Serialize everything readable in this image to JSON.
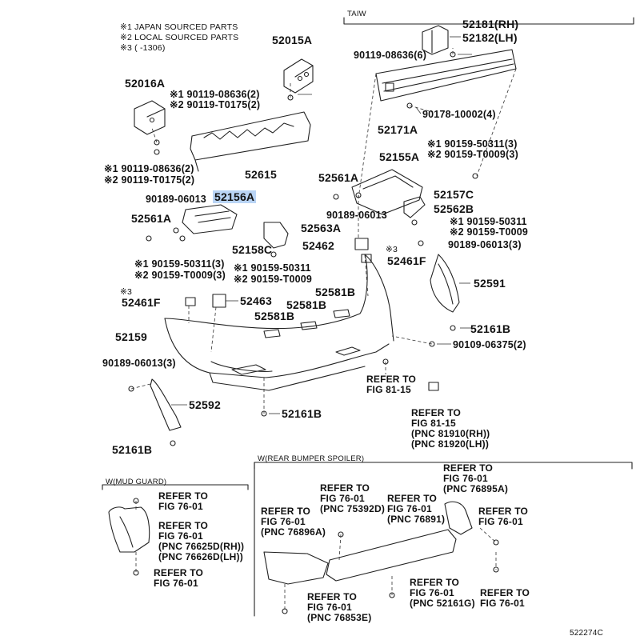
{
  "diagram": {
    "notes": [
      "※1 JAPAN SOURCED PARTS",
      "※2 LOCAL SOURCED PARTS",
      "※3 (      -1306)"
    ],
    "section_headers": {
      "taiw": "TAIW",
      "spoiler": "W(REAR BUMPER SPOILER)",
      "mud_guard": "W(MUD GUARD)"
    },
    "illustration_code": "522274C",
    "labels": {
      "p52181": "52181(RH)",
      "p52182": "52182(LH)",
      "p90119_08636_6": "90119-08636(6)",
      "p90178": "90178-10002(4)",
      "p52171A": "52171A",
      "p52015A": "52015A",
      "p52016A": "52016A",
      "n1_90119_08636_2a": "※1 90119-08636(2)",
      "n2_90119_T0175_2a": "※2 90119-T0175(2)",
      "n1_90119_08636_2b": "※1 90119-08636(2)",
      "n2_90119_T0175_2b": "※2 90119-T0175(2)",
      "p52615": "52615",
      "n1_90159_50311_3a": "※1 90159-50311(3)",
      "n2_90159_T0009_3a": "※2 90159-T0009(3)",
      "p52155A": "52155A",
      "p52561A_r": "52561A",
      "p52157C": "52157C",
      "p52562B": "52562B",
      "p90189_06013_r": "90189-06013",
      "n1_90159_50311_r": "※1 90159-50311",
      "n2_90159_T0009_r": "※2 90159-T0009",
      "p90189_06013_3r": "90189-06013(3)",
      "p90189_06013_l": "90189-06013",
      "p52156A": "52156A",
      "p52561A_l": "52561A",
      "p52563A": "52563A",
      "p52158C": "52158C",
      "p52462": "52462",
      "n3_a": "※3",
      "p52461F_r": "52461F",
      "n1_90159_50311_3b": "※1 90159-50311(3)",
      "n2_90159_T0009_3b": "※2 90159-T0009(3)",
      "n1_90159_50311_m": "※1 90159-50311",
      "n2_90159_T0009_m": "※2 90159-T0009",
      "p52591": "52591",
      "n3_b": "※3",
      "p52461F_l": "52461F",
      "p52463": "52463",
      "p52581B_a": "52581B",
      "p52581B_b": "52581B",
      "p52581B_c": "52581B",
      "p52159": "52159",
      "p52161B_r": "52161B",
      "p90109_06375": "90109-06375(2)",
      "p90189_06013_3l": "90189-06013(3)",
      "p52592": "52592",
      "p52161B_m": "52161B",
      "p52161B_l": "52161B"
    },
    "refs": {
      "r81_15_a": [
        "REFER TO",
        "FIG 81-15"
      ],
      "r81_15_b": [
        "REFER TO",
        "FIG 81-15",
        "(PNC 81910(RH))",
        "(PNC 81920(LH))"
      ],
      "r76895A": [
        "REFER TO",
        "FIG 76-01",
        "(PNC 76895A)"
      ],
      "r75392D": [
        "REFER TO",
        "FIG 76-01",
        "(PNC 75392D)"
      ],
      "r76891": [
        "REFER TO",
        "FIG 76-01",
        "(PNC 76891)"
      ],
      "r76896A": [
        "REFER TO",
        "FIG 76-01",
        "(PNC 76896A)"
      ],
      "r_fig_right": [
        "REFER TO",
        "FIG 76-01"
      ],
      "r_fig_bottom_right": [
        "REFER TO",
        "FIG 76-01"
      ],
      "r52161G": [
        "REFER TO",
        "FIG 76-01",
        "(PNC 52161G)"
      ],
      "r76853E": [
        "REFER TO",
        "FIG 76-01",
        "(PNC 76853E)"
      ],
      "r_mud_top": [
        "REFER TO",
        "FIG 76-01"
      ],
      "r_mud_mid": [
        "REFER TO",
        "FIG 76-01",
        "(PNC 76625D(RH))",
        "(PNC 76626D(LH))"
      ],
      "r_mud_bot": [
        "REFER TO",
        "FIG 76-01"
      ]
    }
  }
}
